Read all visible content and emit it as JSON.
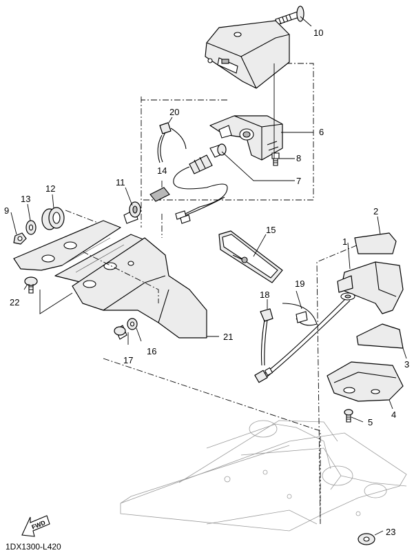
{
  "diagram": {
    "code": "1DX1300-L420",
    "fwd_label": "FWD",
    "callouts": [
      "1",
      "2",
      "3",
      "4",
      "5",
      "6",
      "7",
      "8",
      "9",
      "10",
      "11",
      "12",
      "13",
      "14",
      "15",
      "16",
      "17",
      "18",
      "19",
      "20",
      "21",
      "22",
      "23"
    ]
  }
}
